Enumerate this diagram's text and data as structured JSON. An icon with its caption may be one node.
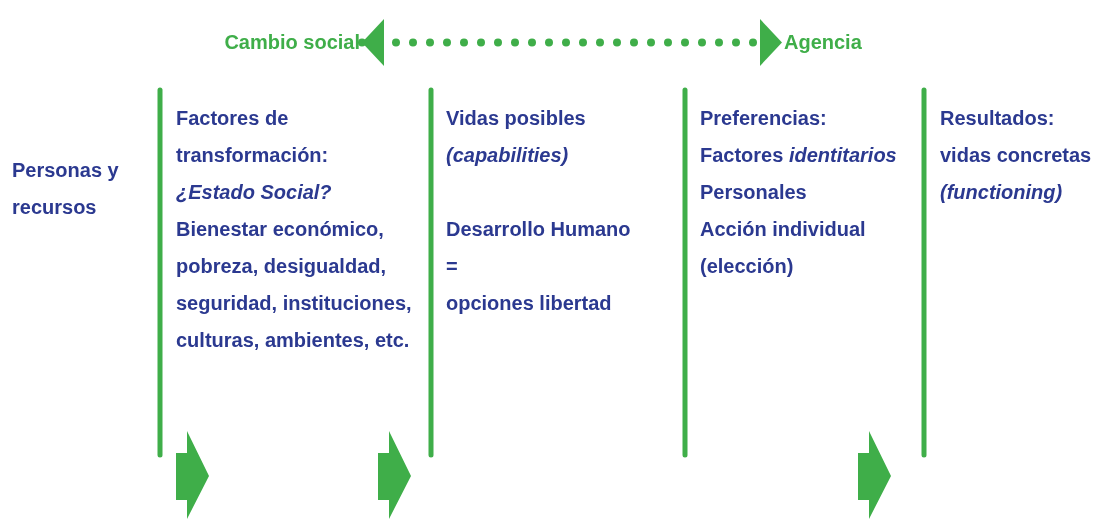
{
  "diagram": {
    "nodes": [
      {
        "text": [
          "Cambio social"
        ]
      },
      {
        "text": [
          "Agencia"
        ]
      },
      {
        "text": [
          "Personas y recursos"
        ]
      },
      {
        "text": [
          "Factores de transformación:",
          "¿Estado Social?",
          "Bienestar económico, pobreza, desigualdad, seguridad, instituciones, culturas, ambientes, etc."
        ]
      },
      {
        "text": [
          "Vidas posibles",
          "(capabilities)",
          "Desarrollo Humano",
          "=",
          "opciones libertad"
        ]
      },
      {
        "text": [
          "Preferencias:",
          "Factores *identitarios*",
          "Personales",
          "Acción individual",
          "(elección)"
        ]
      },
      {
        "text": [
          "Resultados:",
          "vidas concretas",
          "(functioning)"
        ]
      }
    ],
    "edges": [
      {
        "from": 0,
        "to": 1,
        "arrow": "both",
        "style": "dashed"
      }
    ]
  }
}
